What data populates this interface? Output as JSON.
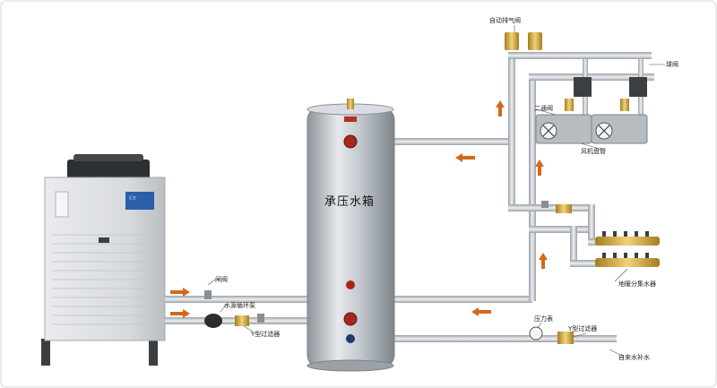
{
  "labels": {
    "tank": "承压水箱",
    "auto_vent": "自动排气阀",
    "ball_valve": "球阀",
    "two_way_valve": "二通阀",
    "fan_coil": "风机盘管",
    "floor_manifold": "地暖分集水器",
    "gate_valve": "闸阀",
    "circ_pump": "水源循环泵",
    "y_filter_left": "Y型过滤器",
    "pressure_gauge": "压力表",
    "y_filter_right": "Y型过滤器",
    "tap_water": "自来水补水"
  },
  "colors": {
    "pipe": "#c9ced3",
    "pipe_edge": "#8f969c",
    "tank_body": "#c2c8ce",
    "brass": "#c9a23a",
    "flow_arrow": "#d2691e"
  },
  "unit_brand": "汇亿"
}
